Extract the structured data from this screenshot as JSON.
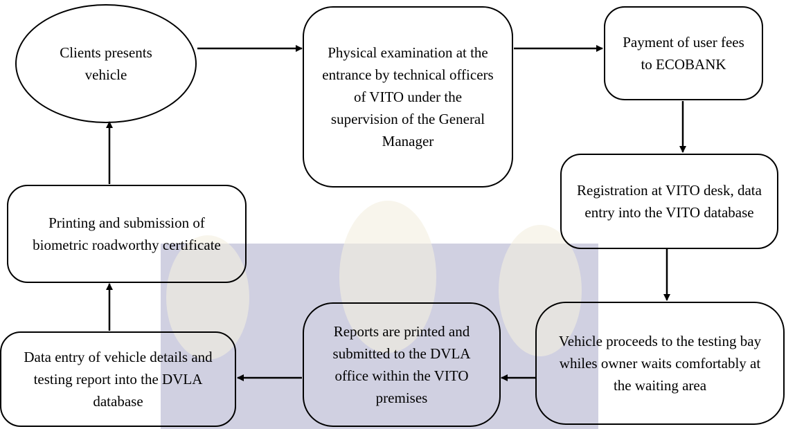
{
  "diagram": {
    "nodes": {
      "clients": "Clients presents vehicle",
      "physical": "Physical examination at the entrance by technical officers of VITO under the supervision of the General Manager",
      "payment": "Payment of user fees to ECOBANK",
      "registration": "Registration at VITO desk, data entry into the VITO database",
      "vehicle_testing": "Vehicle proceeds to the testing bay whiles owner waits comfortably at the waiting area",
      "reports": "Reports are printed and submitted to the DVLA office within the VITO premises",
      "data_entry": "Data entry of vehicle details and testing report into the DVLA database",
      "printing": "Printing and submission of biometric roadworthy certificate"
    },
    "edges": [
      {
        "from": "clients",
        "to": "physical"
      },
      {
        "from": "physical",
        "to": "payment"
      },
      {
        "from": "payment",
        "to": "registration"
      },
      {
        "from": "registration",
        "to": "vehicle_testing"
      },
      {
        "from": "vehicle_testing",
        "to": "reports"
      },
      {
        "from": "reports",
        "to": "data_entry"
      },
      {
        "from": "data_entry",
        "to": "printing"
      },
      {
        "from": "printing",
        "to": "clients"
      }
    ],
    "colors": {
      "line": "#000000",
      "watermark_bg": "#5a5a96",
      "watermark_leaf": "#d8c890"
    }
  }
}
